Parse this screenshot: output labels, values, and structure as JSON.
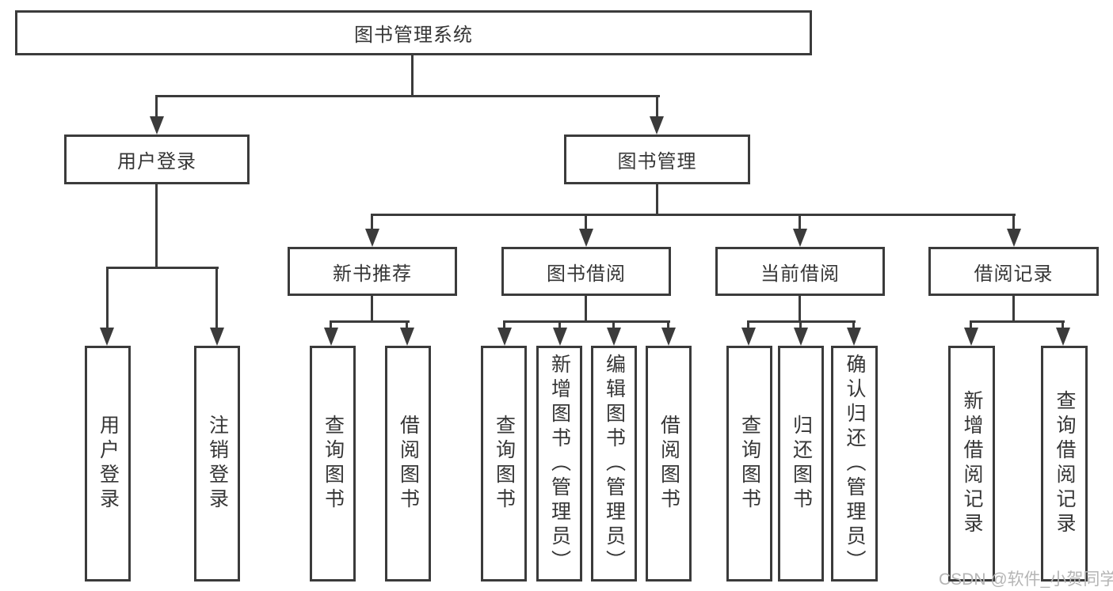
{
  "colors": {
    "line": "#3b3b3b",
    "text": "#363636",
    "background": "#ffffff",
    "watermark": "#b5b5b5"
  },
  "watermark": "CSDN @软件_小贺同学",
  "tree": {
    "label": "图书管理系统",
    "children": [
      {
        "label": "用户登录",
        "children": [
          {
            "label": "用户登录"
          },
          {
            "label": "注销登录"
          }
        ]
      },
      {
        "label": "图书管理",
        "children": [
          {
            "label": "新书推荐",
            "children": [
              {
                "label": "查询图书"
              },
              {
                "label": "借阅图书"
              }
            ]
          },
          {
            "label": "图书借阅",
            "children": [
              {
                "label": "查询图书"
              },
              {
                "label": "新增图书（管理员）"
              },
              {
                "label": "编辑图书（管理员）"
              },
              {
                "label": "借阅图书"
              }
            ]
          },
          {
            "label": "当前借阅",
            "children": [
              {
                "label": "查询图书"
              },
              {
                "label": "归还图书"
              },
              {
                "label": "确认归还（管理员）"
              }
            ]
          },
          {
            "label": "借阅记录",
            "children": [
              {
                "label": "新增借阅记录"
              },
              {
                "label": "查询借阅记录"
              }
            ]
          }
        ]
      }
    ]
  }
}
